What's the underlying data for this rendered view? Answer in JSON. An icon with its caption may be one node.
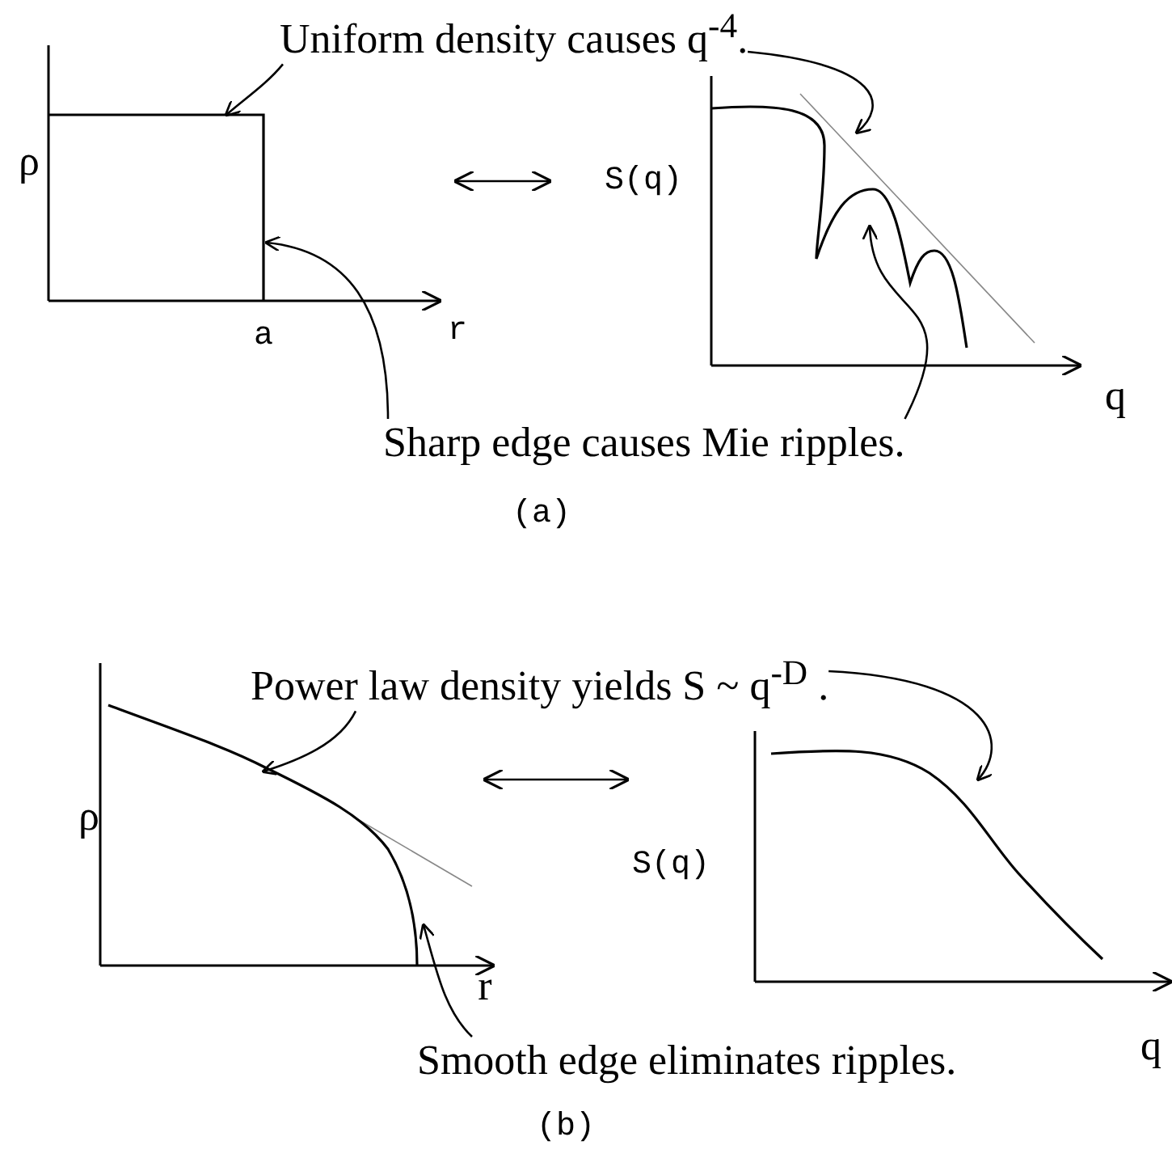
{
  "diagram": {
    "nodes": [
      {
        "text": [
          "Uniform density causes q$^{-4}$."
        ]
      },
      {
        "text": [],
        "shape": "picture",
        "beside": [
          "ρ",
          "a",
          "r"
        ]
      },
      {
        "text": [],
        "shape": "picture",
        "beside": [
          "S(q)",
          "q"
        ]
      },
      {
        "text": [
          "Sharp edge causes Mie ripples."
        ]
      },
      {
        "text": [
          "Power law density yields S ~ q$^{-D}$ ."
        ]
      },
      {
        "text": [],
        "shape": "picture",
        "beside": [
          "ρ",
          "r"
        ]
      },
      {
        "text": [],
        "shape": "picture",
        "beside": [
          "S(q)",
          "q"
        ]
      },
      {
        "text": [
          "Smooth edge eliminates ripples."
        ]
      }
    ],
    "edges": [
      {
        "from": 0,
        "to": 1,
        "arrow": "to"
      },
      {
        "from": 0,
        "to": 2,
        "arrow": "to"
      },
      {
        "from": 3,
        "to": 1,
        "arrow": "to"
      },
      {
        "from": 3,
        "to": 2,
        "arrow": "to"
      },
      {
        "from": 4,
        "to": 5,
        "arrow": "to"
      },
      {
        "from": 4,
        "to": 6,
        "arrow": "to"
      },
      {
        "from": 7,
        "to": 5,
        "arrow": "to"
      }
    ],
    "labels": [
      "(a)",
      "(b)"
    ]
  }
}
